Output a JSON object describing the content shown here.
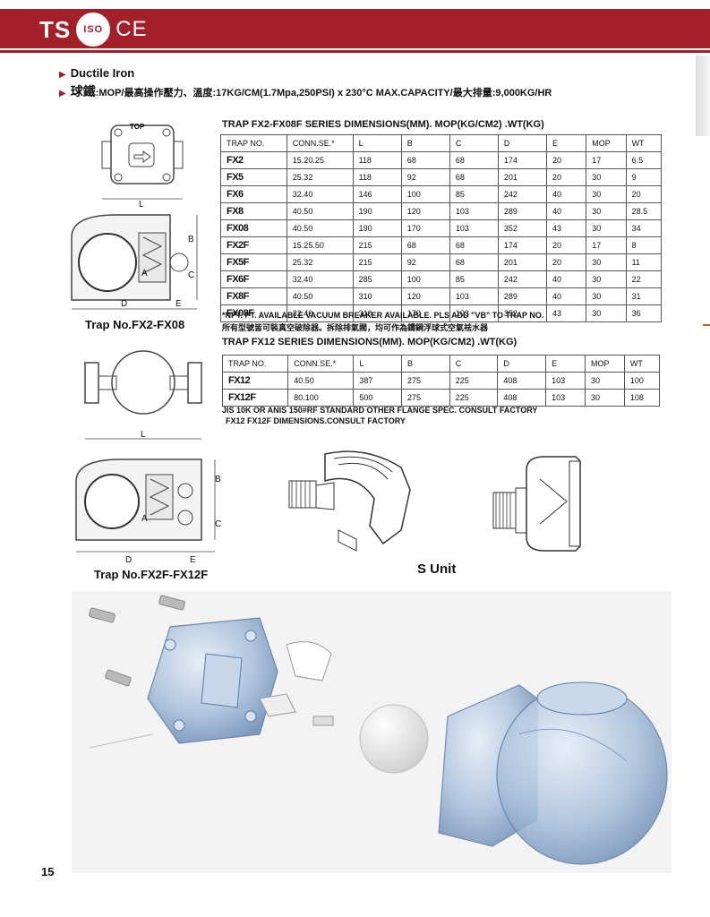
{
  "header": {
    "brand": "TS",
    "iso": "ISO",
    "ce": "CE"
  },
  "intro": {
    "line1": "Ductile Iron",
    "line2_main": "球鐵",
    "line2_rest": ":MOP/最高操作壓力、溫度:17KG/CM(1.7Mpa,250PSI) x 230°C    MAX.CAPACITY/最大排量:9,000KG/HR"
  },
  "table1": {
    "title": "TRAP FX2-FX08F SERIES DIMENSIONS(MM). MOP(KG/CM2) .WT(KG)",
    "headers": [
      "TRAP NO.",
      "CONN.SE.*",
      "L",
      "B",
      "C",
      "D",
      "E",
      "MOP",
      "WT"
    ],
    "rows": [
      [
        "FX2",
        "15.20.25",
        "118",
        "68",
        "68",
        "174",
        "20",
        "17",
        "6.5"
      ],
      [
        "FX5",
        "25.32",
        "118",
        "92",
        "68",
        "201",
        "20",
        "30",
        "9"
      ],
      [
        "FX6",
        "32.40",
        "146",
        "100",
        "85",
        "242",
        "40",
        "30",
        "20"
      ],
      [
        "FX8",
        "40.50",
        "190",
        "120",
        "103",
        "289",
        "40",
        "30",
        "28.5"
      ],
      [
        "FX08",
        "40.50",
        "190",
        "170",
        "103",
        "352",
        "43",
        "30",
        "34"
      ],
      [
        "FX2F",
        "15.25.50",
        "215",
        "68",
        "68",
        "174",
        "20",
        "17",
        "8"
      ],
      [
        "FX5F",
        "25.32",
        "215",
        "92",
        "68",
        "201",
        "20",
        "30",
        "11"
      ],
      [
        "FX6F",
        "32.40",
        "285",
        "100",
        "85",
        "242",
        "40",
        "30",
        "22"
      ],
      [
        "FX8F",
        "40.50",
        "310",
        "120",
        "103",
        "289",
        "40",
        "30",
        "31"
      ],
      [
        "FX08F",
        "32.40",
        "310",
        "170",
        "103",
        "352",
        "43",
        "30",
        "36"
      ]
    ]
  },
  "notes1": {
    "en": "*NPT. PT. AVAILABLE VACUUM BREAKER AVAILABLE. PLS ADD \"VB\" TO TRAP NO.",
    "zh": "所有型號皆可裝真空破除器。拆除排氣閥，均可作為鑄鋼浮球式空氣祛水器"
  },
  "table2": {
    "title": "TRAP FX12 SERIES DIMENSIONS(MM). MOP(KG/CM2) .WT(KG)",
    "headers": [
      "TRAP NO.",
      "CONN.SE.*",
      "L",
      "B",
      "C",
      "D",
      "E",
      "MOP",
      "WT"
    ],
    "rows": [
      [
        "FX12",
        "40.50",
        "387",
        "275",
        "225",
        "408",
        "103",
        "30",
        "100"
      ],
      [
        "FX12F",
        "80.100",
        "500",
        "275",
        "225",
        "408",
        "103",
        "30",
        "108"
      ]
    ]
  },
  "notes2": {
    "l1": "JIS 10K OR ANIS 150#RF STANDARD OTHER FLANGE SPEC. CONSULT FACTORY",
    "l2": "FX12 FX12F DIMENSIONS.CONSULT FACTORY"
  },
  "drawings": {
    "top_label": "TOP",
    "L": "L",
    "B": "B",
    "C": "C",
    "D": "D",
    "E": "E",
    "A": "A",
    "caption1": "Trap No.FX2-FX08",
    "caption2": "Trap No.FX2F-FX12F",
    "caption3": "S Unit"
  },
  "page_number": "15",
  "colors": {
    "brand_red": "#a3202a",
    "glass_blue": "#9fb9d6"
  }
}
